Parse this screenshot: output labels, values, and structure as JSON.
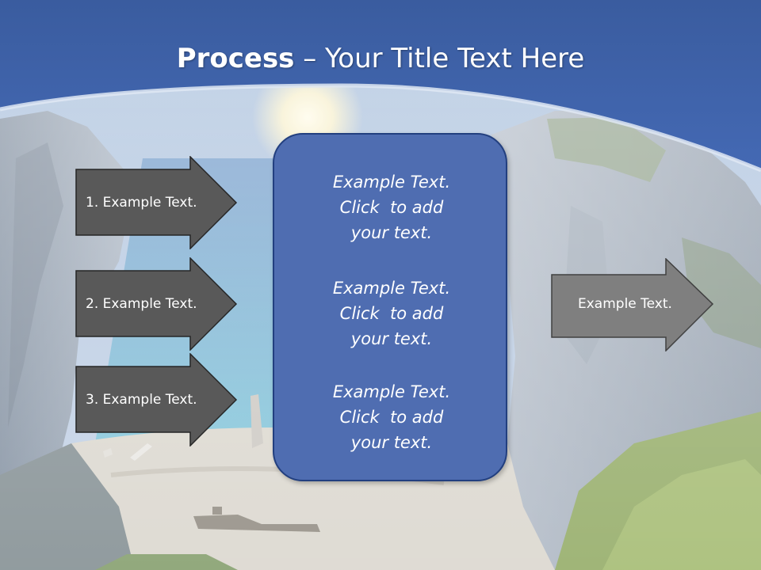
{
  "slide": {
    "title_bold": "Process",
    "title_rest": " – Your Title Text Here",
    "left_arrows": [
      {
        "label": "1. Example Text."
      },
      {
        "label": "2. Example Text."
      },
      {
        "label": "3. Example Text."
      }
    ],
    "center_blocks": [
      {
        "lines": [
          "Example Text.",
          "Click  to add",
          "your text."
        ]
      },
      {
        "lines": [
          "Example Text.",
          "Click  to add",
          "your text."
        ]
      },
      {
        "lines": [
          "Example Text.",
          "Click  to add",
          "your text."
        ]
      }
    ],
    "right_arrow": {
      "label": "Example Text."
    }
  },
  "colors": {
    "header_blue": "#3d63ad",
    "arrow_dark": "#595959",
    "arrow_light": "#7f7f7f",
    "box_blue": "#4f6db1",
    "box_border": "#223f7f"
  }
}
